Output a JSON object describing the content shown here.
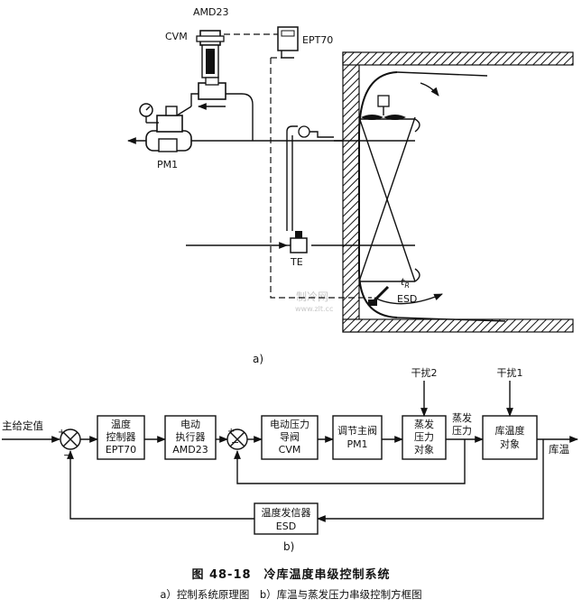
{
  "schematic": {
    "amd23": "AMD23",
    "cvm": "CVM",
    "ept70": "EPT70",
    "pm1": "PM1",
    "te": "TE",
    "esd": "ESD",
    "ir": "t",
    "ir_sub": "R",
    "watermark_1": "制冷网",
    "watermark_2": "www.zlt.cc",
    "sub_label": "a)"
  },
  "block_diagram": {
    "input_label": "主给定值",
    "blocks": {
      "temp_controller": [
        "温度",
        "控制器",
        "EPT70"
      ],
      "actuator": [
        "电动",
        "执行器",
        "AMD23"
      ],
      "pilot_valve": [
        "电动压力",
        "导阀",
        "CVM"
      ],
      "main_valve": [
        "调节主阀",
        "PM1"
      ],
      "evap_pressure": [
        "蒸发",
        "压力",
        "对象"
      ],
      "cold_room": [
        "库温度",
        "对象"
      ],
      "sensor": [
        "温度发信器",
        "ESD"
      ]
    },
    "disturbance_2": "干扰2",
    "disturbance_1": "干扰1",
    "evap_pressure_signal": [
      "蒸发",
      "压力"
    ],
    "output_label": "库温",
    "sum1_plus": "+",
    "sum1_minus": "−",
    "sum2_plus": "+",
    "sum2_minus": "−",
    "sub_label": "b)"
  },
  "figure": {
    "title": "图 48-18　冷库温度串级控制系统",
    "caption": "a）控制系统原理图　b）库温与蒸发压力串级控制方框图"
  }
}
